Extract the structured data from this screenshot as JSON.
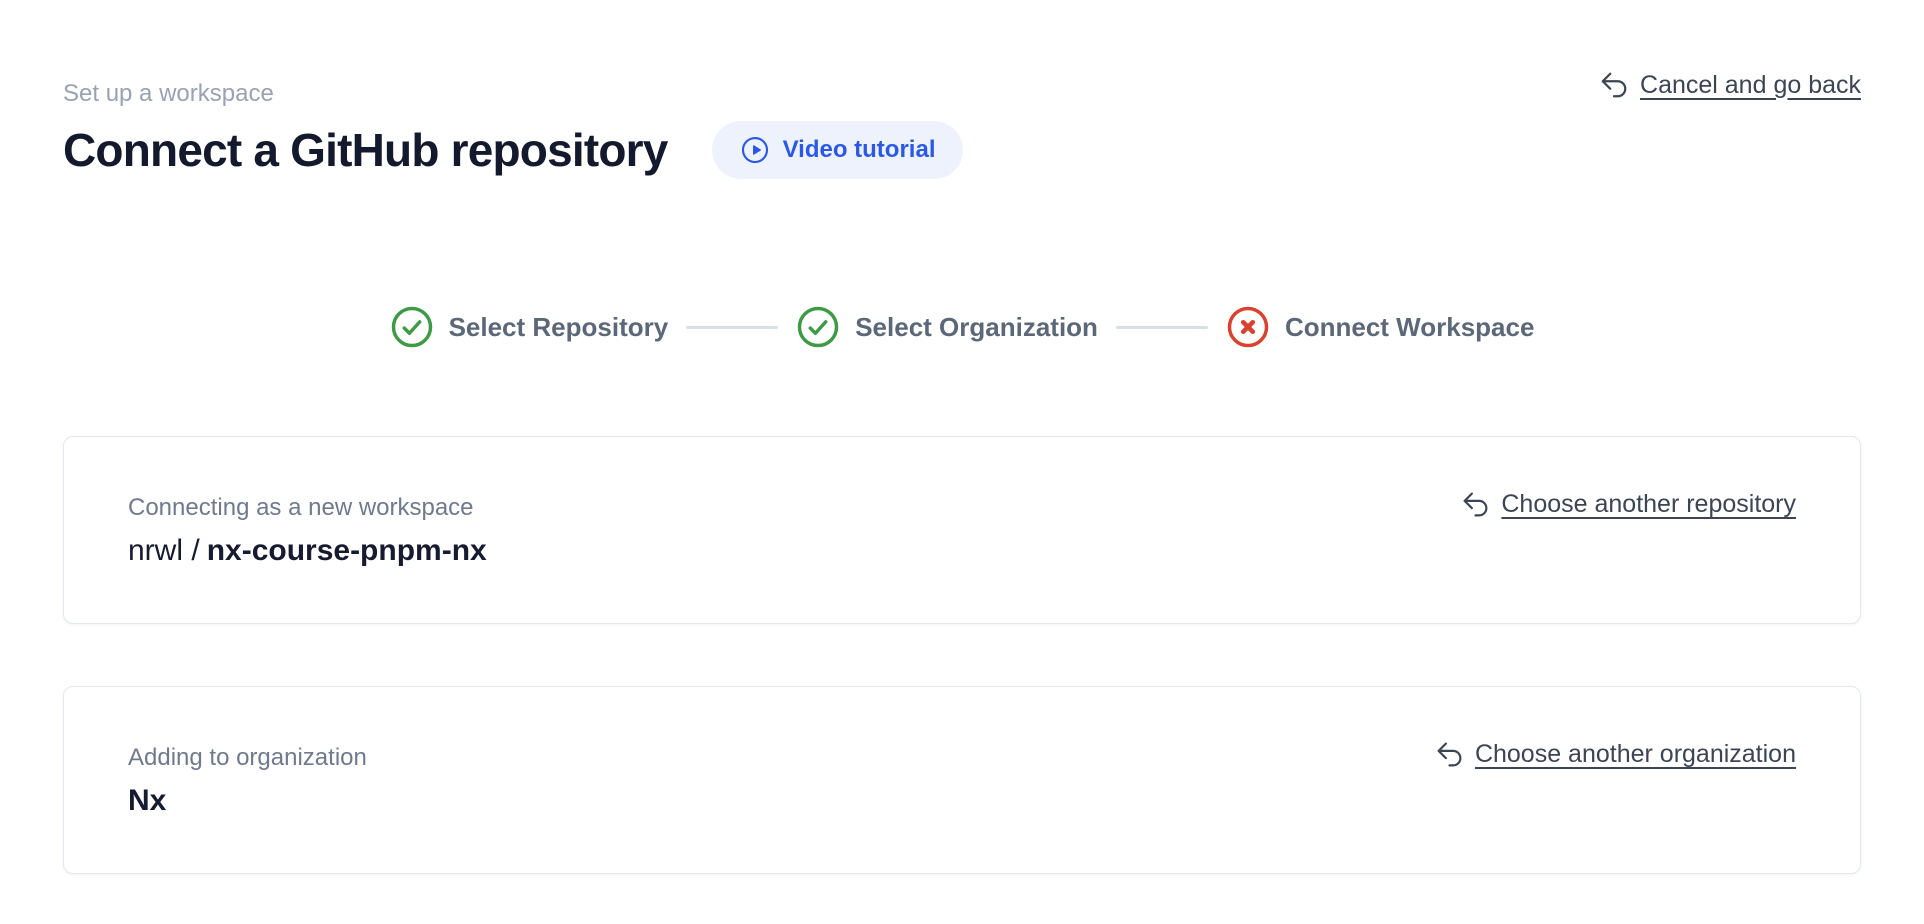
{
  "page": {
    "eyebrow": "Set up a workspace",
    "title": "Connect a GitHub repository",
    "video_tutorial_label": "Video tutorial",
    "cancel_label": "Cancel and go back"
  },
  "stepper": {
    "steps": [
      {
        "label": "Select Repository",
        "status": "complete",
        "icon": "check-circle-icon"
      },
      {
        "label": "Select Organization",
        "status": "complete",
        "icon": "check-circle-icon"
      },
      {
        "label": "Connect Workspace",
        "status": "error",
        "icon": "x-circle-icon"
      }
    ]
  },
  "cards": {
    "repository": {
      "label": "Connecting as a new workspace",
      "owner_prefix": "nrwl /",
      "repo_name": "nx-course-pnpm-nx",
      "action_label": "Choose another repository"
    },
    "organization": {
      "label": "Adding to organization",
      "name": "Nx",
      "action_label": "Choose another organization"
    }
  },
  "colors": {
    "accent_blue": "#2b59e5",
    "pill_bg": "#edf2fd",
    "success_green": "#3f9a46",
    "error_red": "#d8422f",
    "link": "#3c4554",
    "heading": "#141a2e",
    "value": "#161b30",
    "muted": "#98a2b3",
    "label": "#6f7a8d",
    "stepper_text": "#5c6878",
    "card_border": "#e3e8ef",
    "connector": "#d9dfe8"
  }
}
